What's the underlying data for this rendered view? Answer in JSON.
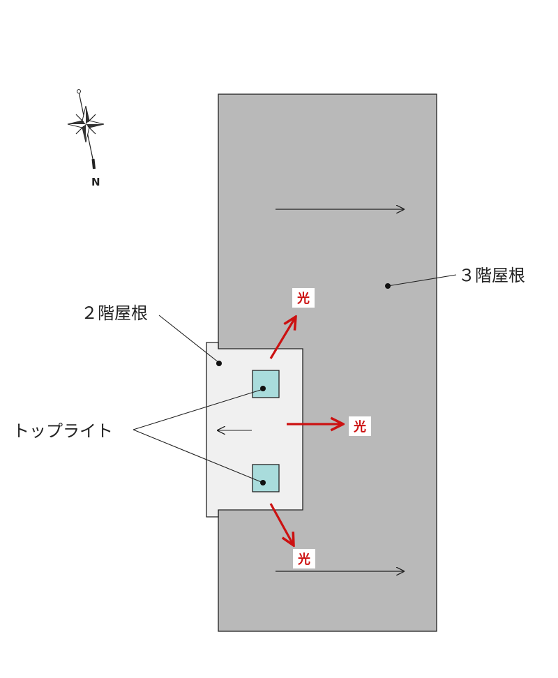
{
  "labels": {
    "roof_3f": "３階屋根",
    "roof_2f": "２階屋根",
    "toplight": "トップライト",
    "light": "光",
    "north": "N"
  },
  "colors": {
    "roof_3f_fill": "#b9b9b9",
    "roof_2f_fill": "#f0f0f0",
    "toplight_fill": "#a9dcdc",
    "light_arrow": "#cc1111",
    "outline": "#222222"
  },
  "icons": {
    "compass": "compass-rose-icon"
  }
}
